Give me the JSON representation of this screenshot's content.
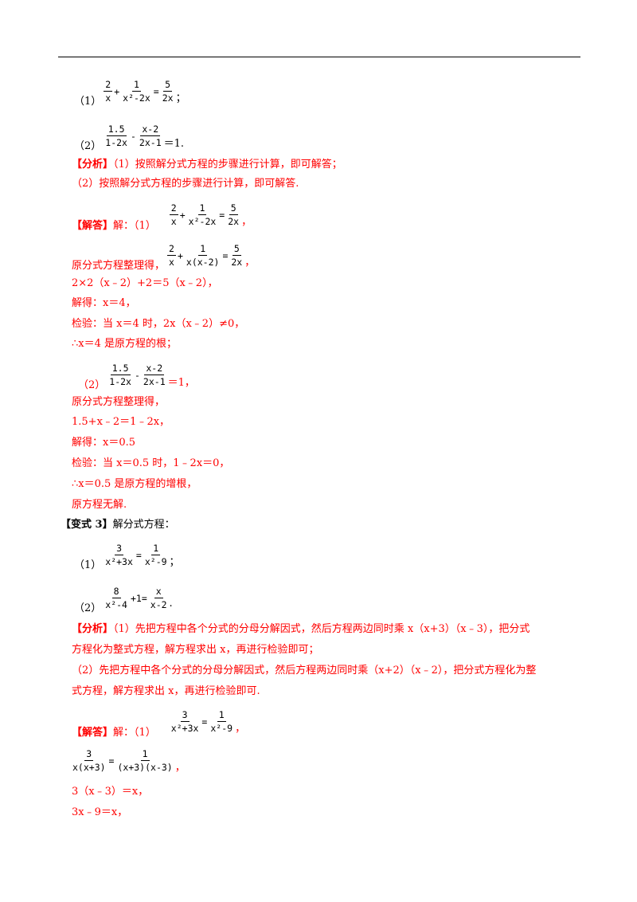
{
  "problem": {
    "eq1_label": "（1）",
    "eq1": {
      "a_num": "2",
      "a_den": "x",
      "plus": "+",
      "b_num": "1",
      "b_den": "x²-2x",
      "eq": "=",
      "c_num": "5",
      "c_den": "2x",
      "end": "；"
    },
    "eq2_label": "（2）",
    "eq2": {
      "a_num": "1.5",
      "a_den": "1-2x",
      "minus": "-",
      "b_num": "x-2",
      "b_den": "2x-1",
      "end": "＝1."
    }
  },
  "analysis": {
    "tag": "【分析】",
    "line1": "（1）按照解分式方程的步骤进行计算，即可解答；",
    "line2": "（2）按照解分式方程的步骤进行计算，即可解答."
  },
  "solution": {
    "tag": "【解答】",
    "intro": "解：（1）",
    "s1_eq": {
      "a_num": "2",
      "a_den": "x",
      "plus": "+",
      "b_num": "1",
      "b_den": "x²-2x",
      "eq": "=",
      "c_num": "5",
      "c_den": "2x",
      "end": "，"
    },
    "s1_rearr_label": "原分式方程整理得，",
    "s1_rearr": {
      "a_num": "2",
      "a_den": "x",
      "plus": "+",
      "b_num": "1",
      "b_den": "x(x-2)",
      "eq": "=",
      "c_num": "5",
      "c_den": "2x",
      "end": "，"
    },
    "s1_l1": "2×2（x﹣2）+2＝5（x﹣2），",
    "s1_l2": "解得：x＝4，",
    "s1_l3": "检验：当 x＝4 时，2x（x﹣2）≠0，",
    "s1_l4": "∴x＝4 是原方程的根；",
    "s2_label": "（2）",
    "s2_eq": {
      "a_num": "1.5",
      "a_den": "1-2x",
      "minus": "-",
      "b_num": "x-2",
      "b_den": "2x-1",
      "end": "＝1，"
    },
    "s2_l1": "原分式方程整理得，",
    "s2_l2": "1.5+x﹣2＝1﹣2x，",
    "s2_l3": "解得：x＝0.5",
    "s2_l4": "检验：当 x＝0.5 时，1﹣2x＝0，",
    "s2_l5": "∴x＝0.5 是原方程的增根，",
    "s2_l6": "原方程无解."
  },
  "variant": {
    "tag": "【变式 3】",
    "title": "解分式方程：",
    "eq1_label": "（1）",
    "eq1": {
      "a_num": "3",
      "a_den": "x²+3x",
      "eq": "=",
      "b_num": "1",
      "b_den": "x²-9",
      "end": "；"
    },
    "eq2_label": "（2）",
    "eq2": {
      "a_num": "8",
      "a_den": "x²-4",
      "plus": "+1=",
      "b_num": "x",
      "b_den": "x-2",
      "end": "."
    }
  },
  "analysis2": {
    "tag": "【分析】",
    "line1": "（1）先把方程中各个分式的分母分解因式，然后方程两边同时乘 x（x+3）（x﹣3），把分式",
    "line2": "方程化为整式方程，解方程求出 x，再进行检验即可；",
    "line3": "（2）先把方程中各个分式的分母分解因式，然后方程两边同时乘（x+2）（x﹣2），把分式方程化为整",
    "line4": "式方程，解方程求出 x，再进行检验即可."
  },
  "solution2": {
    "tag": "【解答】",
    "intro": "解：（1）",
    "eq": {
      "a_num": "3",
      "a_den": "x²+3x",
      "eq": "=",
      "b_num": "1",
      "b_den": "x²-9",
      "end": "，"
    },
    "eq_fact": {
      "a_num": "3",
      "a_den": "x(x+3)",
      "eq": "=",
      "b_num": "1",
      "b_den": "(x+3)(x-3)",
      "end": "，"
    },
    "l1": "3（x﹣3）＝x，",
    "l2": "3x﹣9＝x，"
  }
}
